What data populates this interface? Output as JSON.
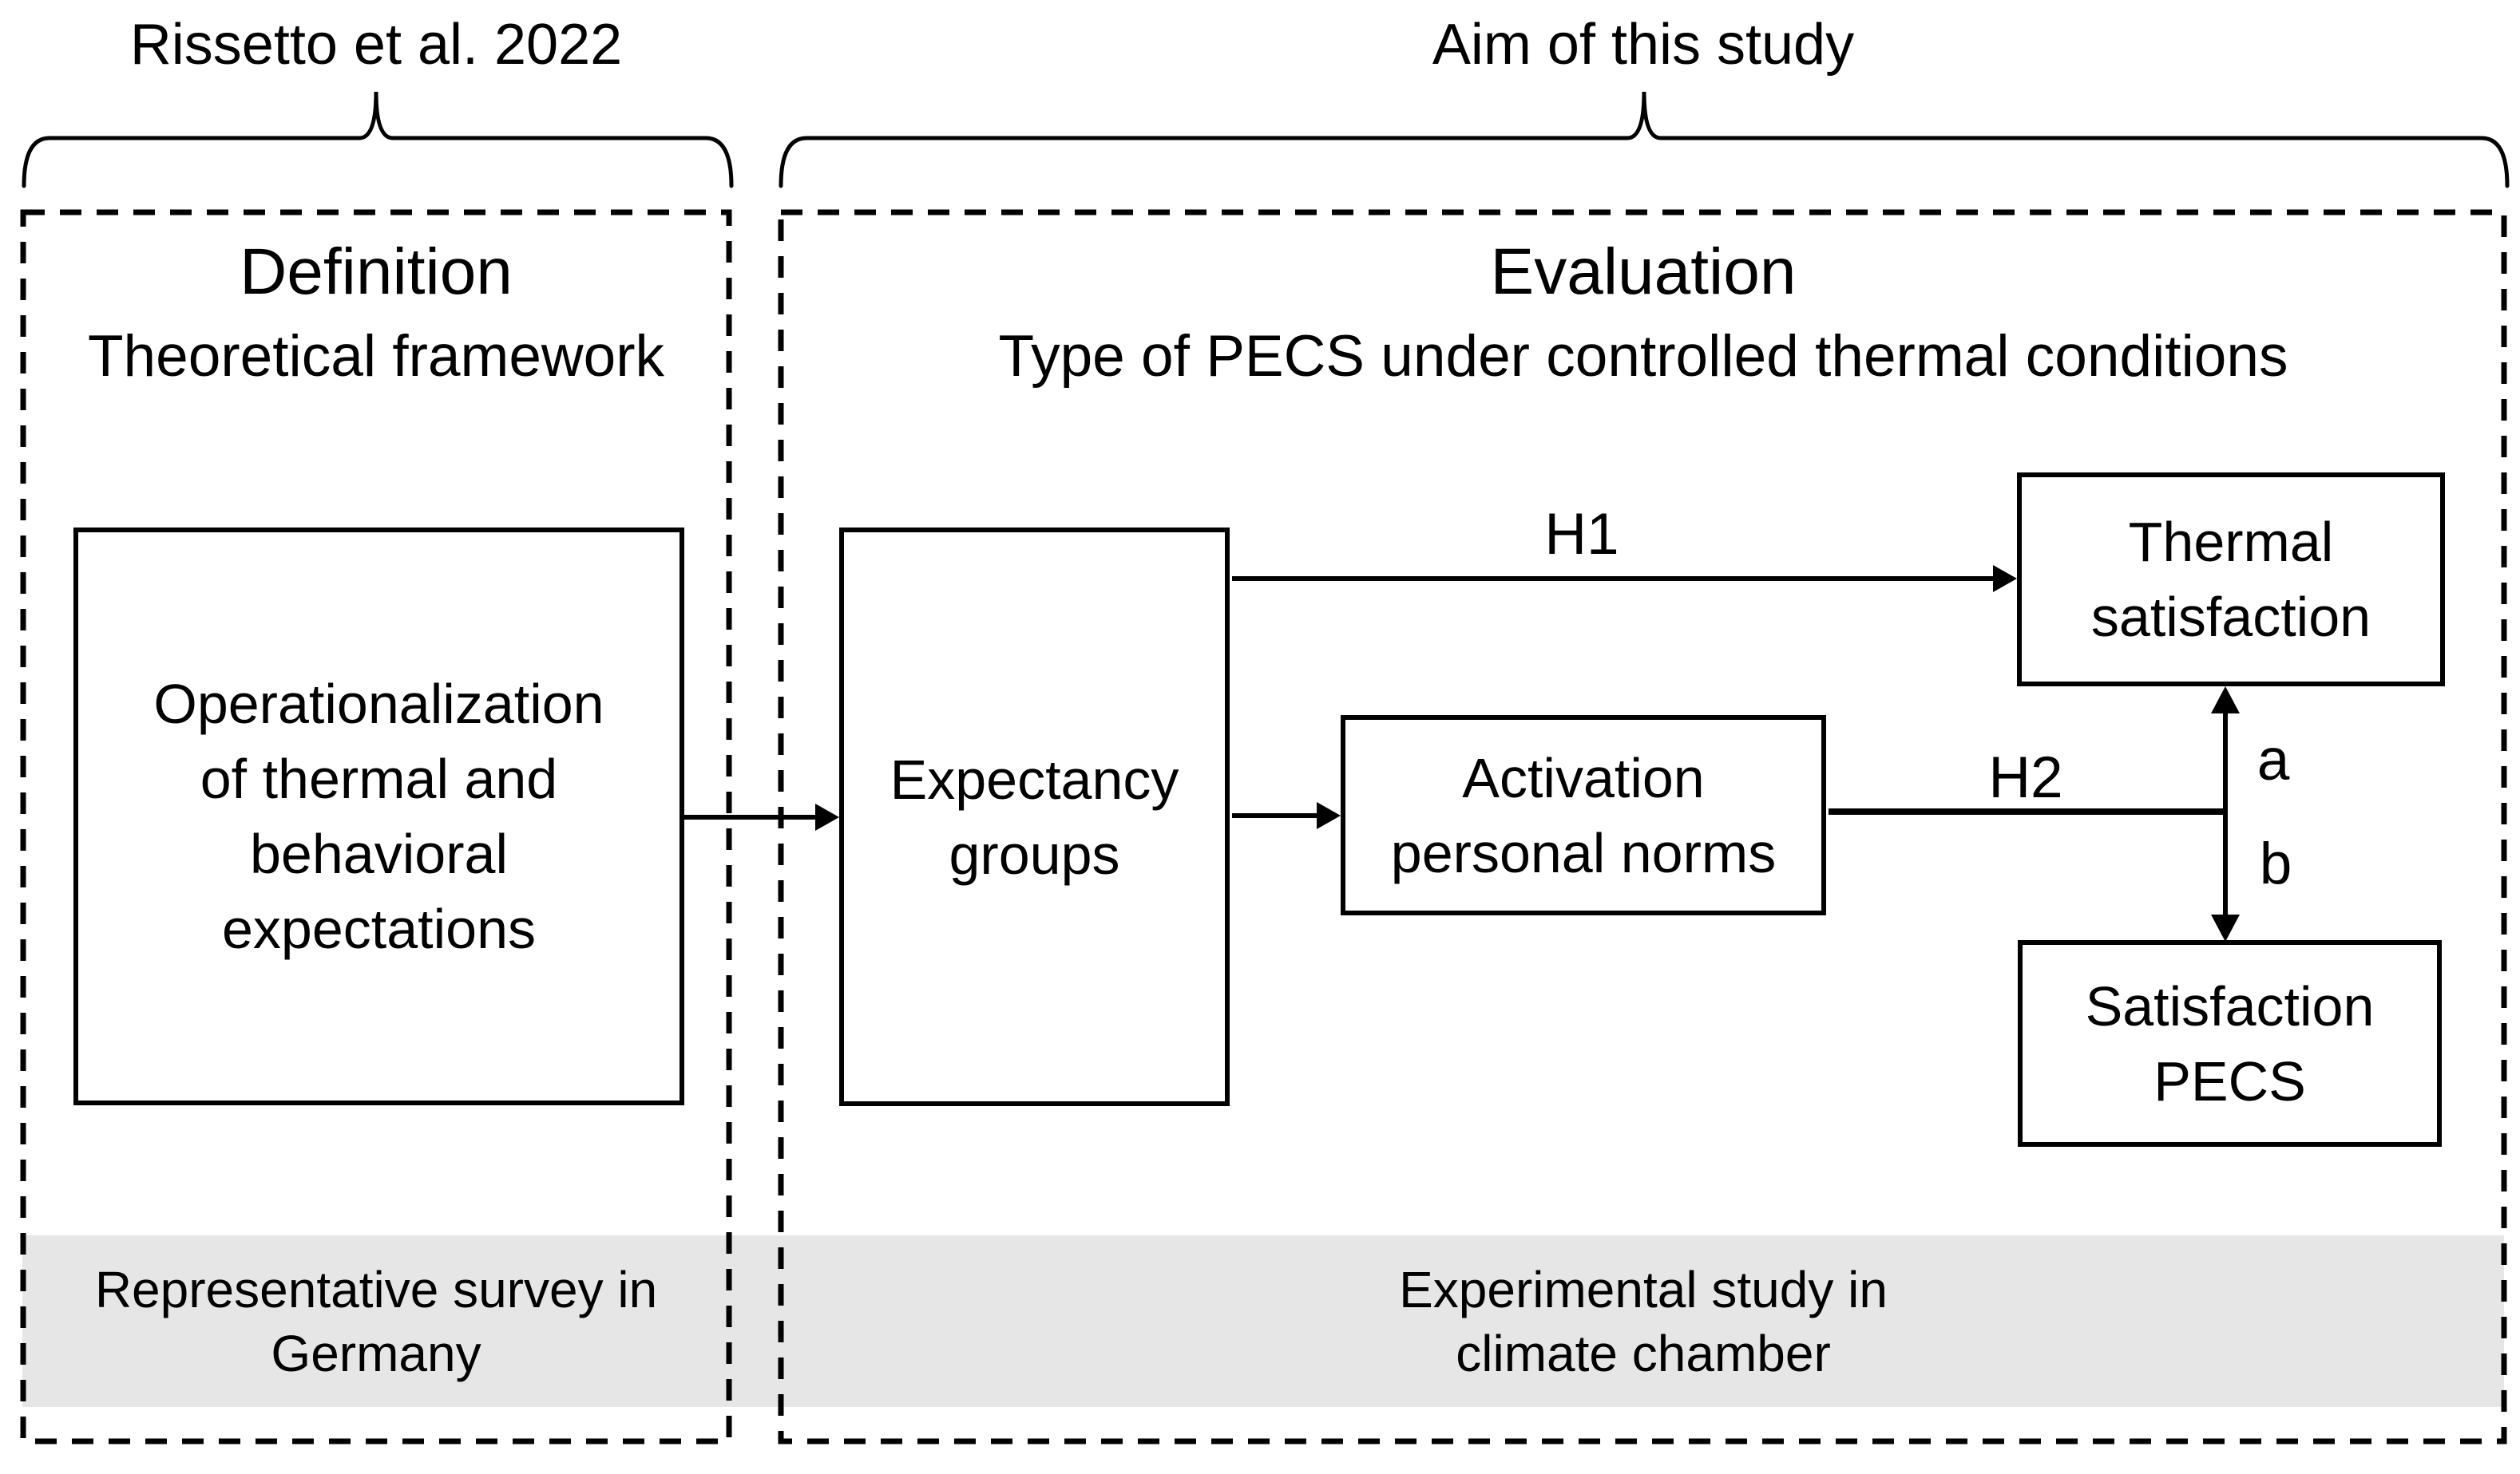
{
  "top_labels": {
    "left": "Rissetto et al. 2022",
    "right": "Aim of this study"
  },
  "left_panel": {
    "heading": "Definition",
    "subheading": "Theoretical framework",
    "box_operationalization": "Operationalization\nof thermal and\nbehavioral\nexpectations",
    "footer": "Representative survey in\nGermany"
  },
  "right_panel": {
    "heading": "Evaluation",
    "subheading": "Type of PECS under controlled thermal conditions",
    "box_expectancy": "Expectancy\ngroups",
    "box_activation": "Activation\npersonal norms",
    "box_thermal": "Thermal\nsatisfaction",
    "box_satisfaction": "Satisfaction\nPECS",
    "footer": "Experimental study in\nclimate chamber"
  },
  "arrow_labels": {
    "h1": "H1",
    "h2": "H2",
    "a": "a",
    "b": "b"
  },
  "colors": {
    "ink": "#000000",
    "band_gray": "#e6e6e6",
    "background": "#ffffff"
  }
}
